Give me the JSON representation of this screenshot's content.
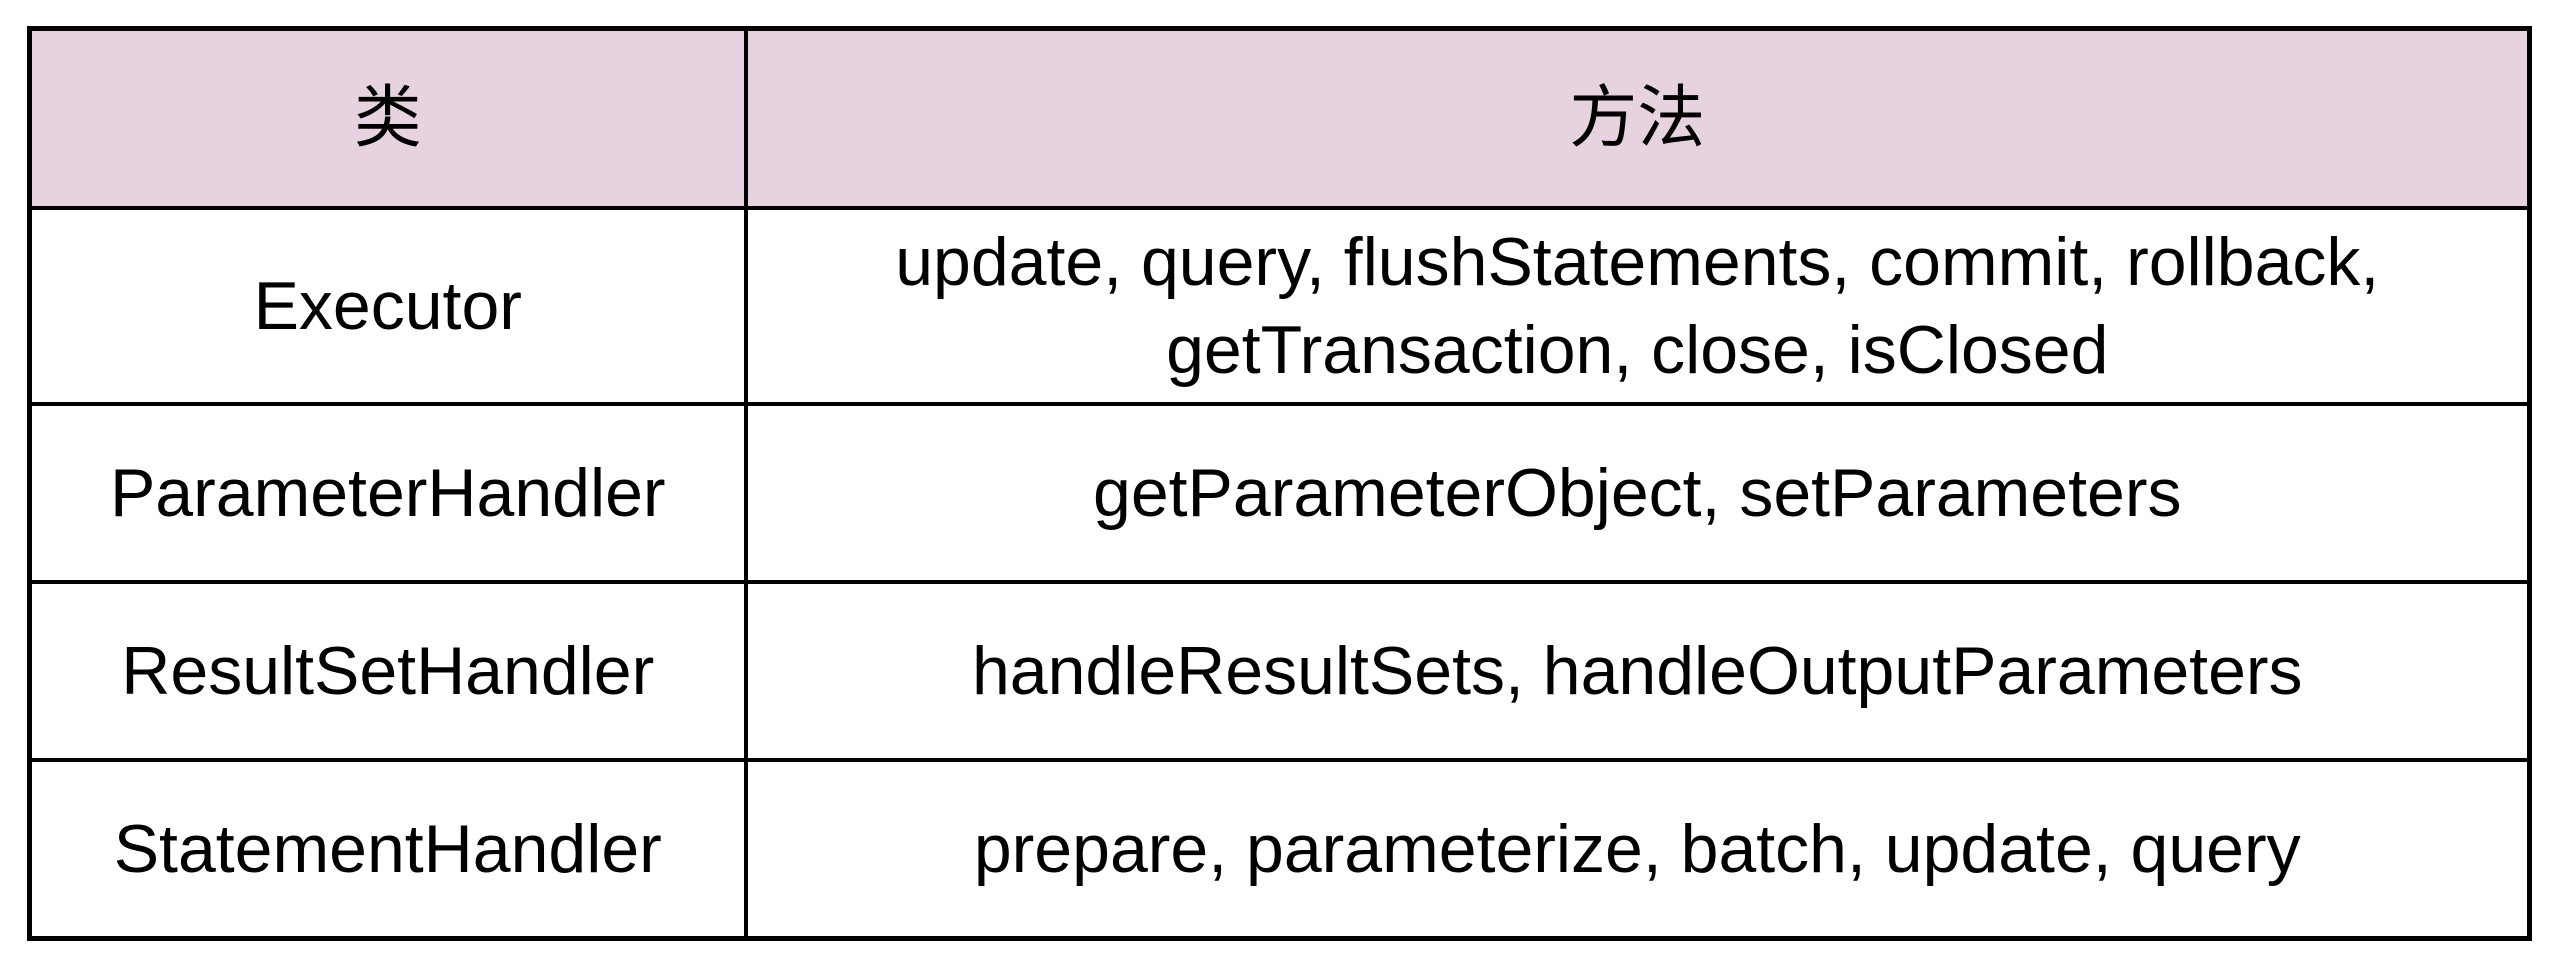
{
  "page": {
    "background": "#ffffff"
  },
  "table": {
    "columns": [
      {
        "label": "类"
      },
      {
        "label": "方法"
      }
    ],
    "rows": [
      {
        "class_name": "Executor",
        "methods": "update, query, flushStatements, commit, rollback, getTransaction, close, isClosed"
      },
      {
        "class_name": "ParameterHandler",
        "methods": "getParameterObject, setParameters"
      },
      {
        "class_name": "ResultSetHandler",
        "methods": "handleResultSets, handleOutputParameters"
      },
      {
        "class_name": "StatementHandler",
        "methods": "prepare, parameterize, batch, update, query"
      }
    ],
    "colors": {
      "header_bg": "#e6d3df",
      "border": "#000000",
      "text": "#000000",
      "body_bg": "#ffffff"
    }
  }
}
